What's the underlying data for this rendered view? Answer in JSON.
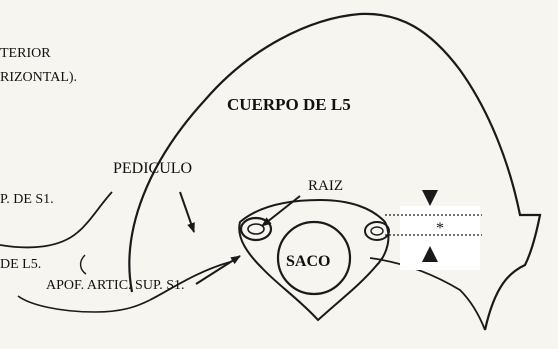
{
  "labels": {
    "top_left_line1": "TERIOR",
    "top_left_line2": "RIZONTAL).",
    "cuerpo": "CUERPO DE L5",
    "pediculo": "PEDICULO",
    "raiz": "RAIZ",
    "left_s1": "P. DE S1.",
    "left_l5": "DE L5.",
    "saco": "SACO",
    "asterisk": "*",
    "apof": "APOF. ARTIC. SUP. S1."
  },
  "colors": {
    "background": "#f7f5ef",
    "ink": "#1a1a1a",
    "inset_fill": "#ffffff"
  }
}
